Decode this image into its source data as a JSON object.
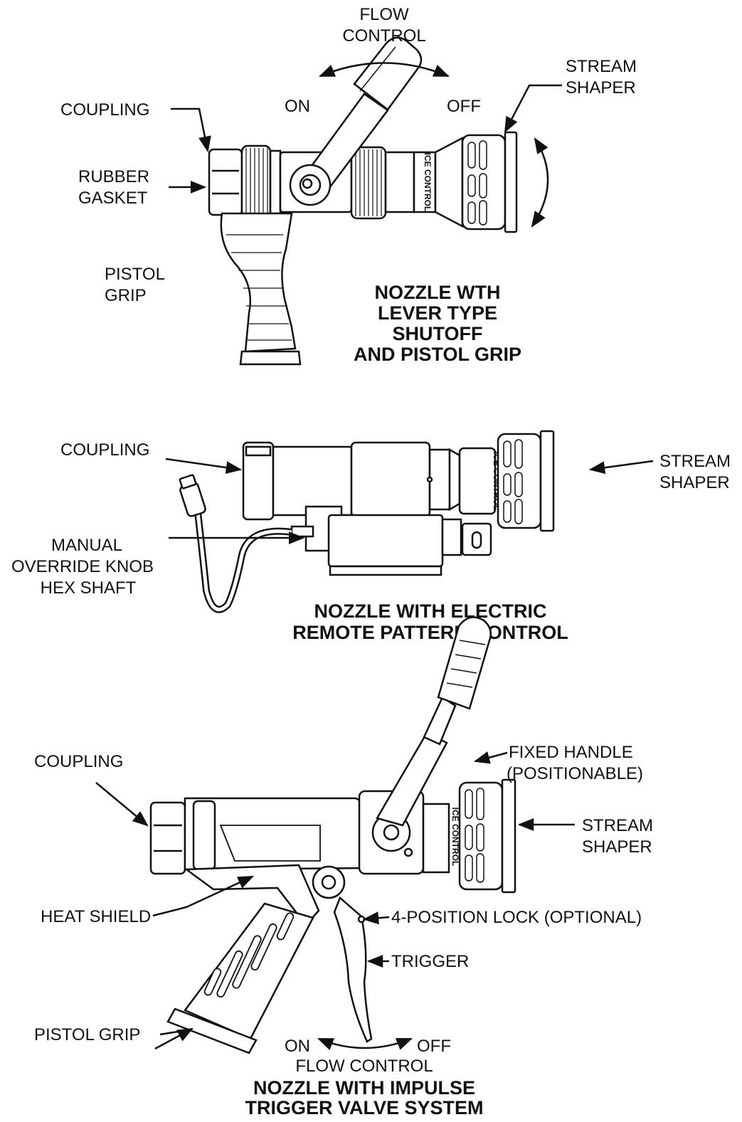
{
  "diagrams": [
    {
      "title_lines": [
        "NOZZLE  WTH",
        "LEVER TYPE",
        "SHUTOFF",
        "AND PISTOL GRIP"
      ],
      "labels": {
        "flow_control_1": "FLOW",
        "flow_control_2": "CONTROL",
        "on": "ON",
        "off": "OFF",
        "stream_shaper_1": "STREAM",
        "stream_shaper_2": "SHAPER",
        "coupling": "COUPLING",
        "rubber_gasket_1": "RUBBER",
        "rubber_gasket_2": "GASKET",
        "pistol_grip_1": "PISTOL",
        "pistol_grip_2": "GRIP"
      },
      "brand_text": "ICE CONTROL"
    },
    {
      "title_lines": [
        "NOZZLE WITH ELECTRIC",
        "REMOTE PATTERN CONTROL"
      ],
      "labels": {
        "coupling": "COUPLING",
        "stream_shaper_1": "STREAM",
        "stream_shaper_2": "SHAPER",
        "manual_1": "MANUAL",
        "manual_2": "OVERRIDE KNOB",
        "manual_3": "HEX SHAFT"
      },
      "brand_text": "ICE CONTROL"
    },
    {
      "title_lines": [
        "NOZZLE WITH IMPULSE",
        "TRIGGER VALVE SYSTEM"
      ],
      "labels": {
        "fixed_handle_1": "FIXED HANDLE",
        "fixed_handle_2": "(POSITIONABLE)",
        "coupling": "COUPLING",
        "stream_shaper_1": "STREAM",
        "stream_shaper_2": "SHAPER",
        "heat_shield": "HEAT SHIELD",
        "lock": "4-POSITION LOCK (OPTIONAL)",
        "trigger": "TRIGGER",
        "pistol_grip": "PISTOL GRIP",
        "on": "ON",
        "off": "OFF",
        "flow_control": "FLOW CONTROL"
      },
      "brand_text": "ICE CONTROL"
    }
  ]
}
